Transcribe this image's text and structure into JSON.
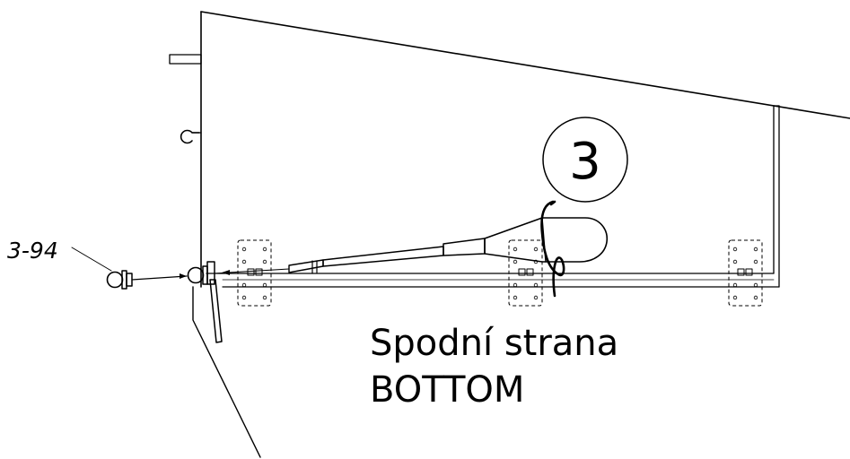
{
  "callouts": {
    "part_number": "3-94",
    "section_number": "3"
  },
  "caption": {
    "line1": "Spodní strana",
    "line2": "BOTTOM"
  }
}
